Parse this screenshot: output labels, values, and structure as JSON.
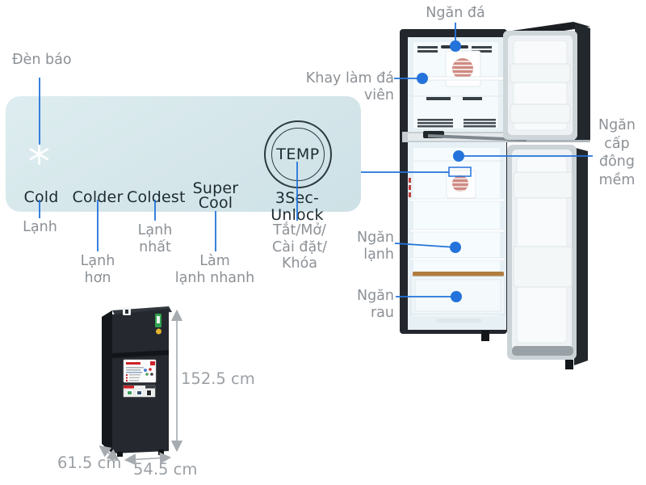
{
  "colors": {
    "accent_blue": "#2373db",
    "label_gray": "#8c9196",
    "dimension_gray": "#9ba0a5",
    "panel_bg": "#d5e6ea",
    "panel_text": "#1d2b31"
  },
  "control_panel": {
    "indicator_label": "Đèn báo",
    "modes": [
      {
        "en": "Cold",
        "vi_lines": [
          "Lạnh"
        ]
      },
      {
        "en": "Colder",
        "vi_lines": [
          "Lạnh",
          "hơn"
        ]
      },
      {
        "en": "Coldest",
        "vi_lines": [
          "Lạnh",
          "nhất"
        ]
      },
      {
        "en_lines": [
          "Super",
          "Cool"
        ],
        "vi_lines": [
          "Làm",
          "lạnh nhanh"
        ]
      }
    ],
    "temp_button": {
      "label": "TEMP",
      "instruction": "3Sec-Unlock",
      "vi_lines": [
        "Tắt/Mở/",
        "Cài đặt/",
        "Khóa"
      ]
    }
  },
  "fridge_callouts": {
    "freezer_compartment": "Ngăn đá",
    "ice_tray": "Khay làm đá viên",
    "soft_freeze_lines": [
      "Ngăn",
      "cấp",
      "đông",
      "mềm"
    ],
    "cooler_lines": [
      "Ngăn",
      "lạnh"
    ],
    "vegetable_drawer": "Ngăn rau"
  },
  "dimensions": {
    "height": "152.5 cm",
    "depth": "61.5 cm",
    "width": "54.5 cm"
  }
}
